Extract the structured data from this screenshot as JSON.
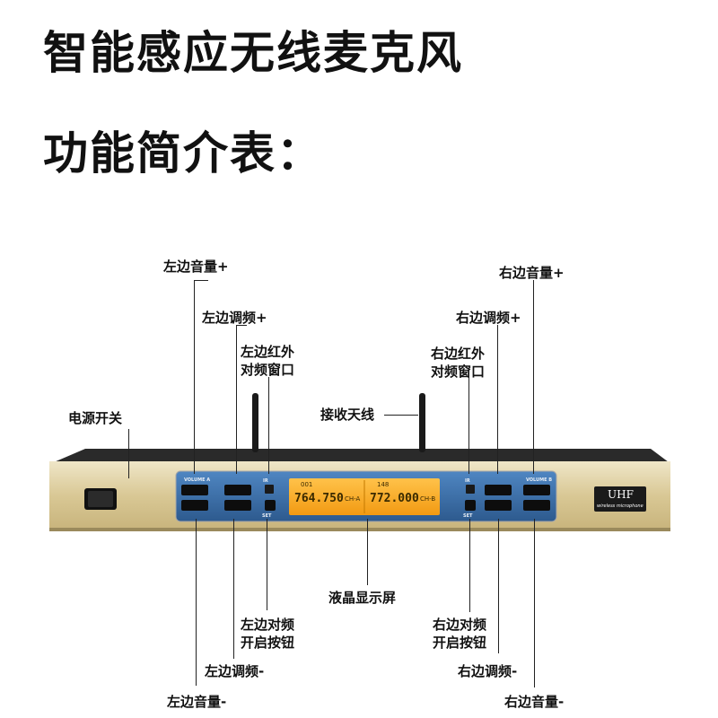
{
  "title_line1": "智能感应无线麦克风",
  "title_line2": "功能简介表：",
  "labels": {
    "left_volume_up": "左边音量+",
    "right_volume_up": "右边音量+",
    "left_tune_up": "左边调频+",
    "right_tune_up": "右边调频+",
    "left_ir_window": "左边红外对频窗口",
    "right_ir_window": "右边红外对频窗口",
    "power_switch": "电源开关",
    "antenna": "接收天线",
    "lcd_display": "液晶显示屏",
    "left_pair_button": "左边对频开启按钮",
    "right_pair_button": "右边对频开启按钮",
    "left_tune_down": "左边调频-",
    "right_tune_down": "右边调频-",
    "left_volume_down": "左边音量-",
    "right_volume_down": "右边音量-"
  },
  "device": {
    "volume_a": "VOLUME A",
    "volume_b": "VOLUME B",
    "ir": "IR",
    "set": "SET",
    "lcd_left_freq": "764.750",
    "lcd_right_freq": "772.000",
    "lcd_ch_a": "CH-A",
    "lcd_ch_b": "CH-B",
    "lcd_left_top": "001",
    "lcd_right_top": "148",
    "logo": "UHF",
    "logo_sub": "wireless microphone"
  },
  "colors": {
    "chassis": "#d8c9a0",
    "panel": "#3b6ea8",
    "lcd": "#f6a21a"
  }
}
